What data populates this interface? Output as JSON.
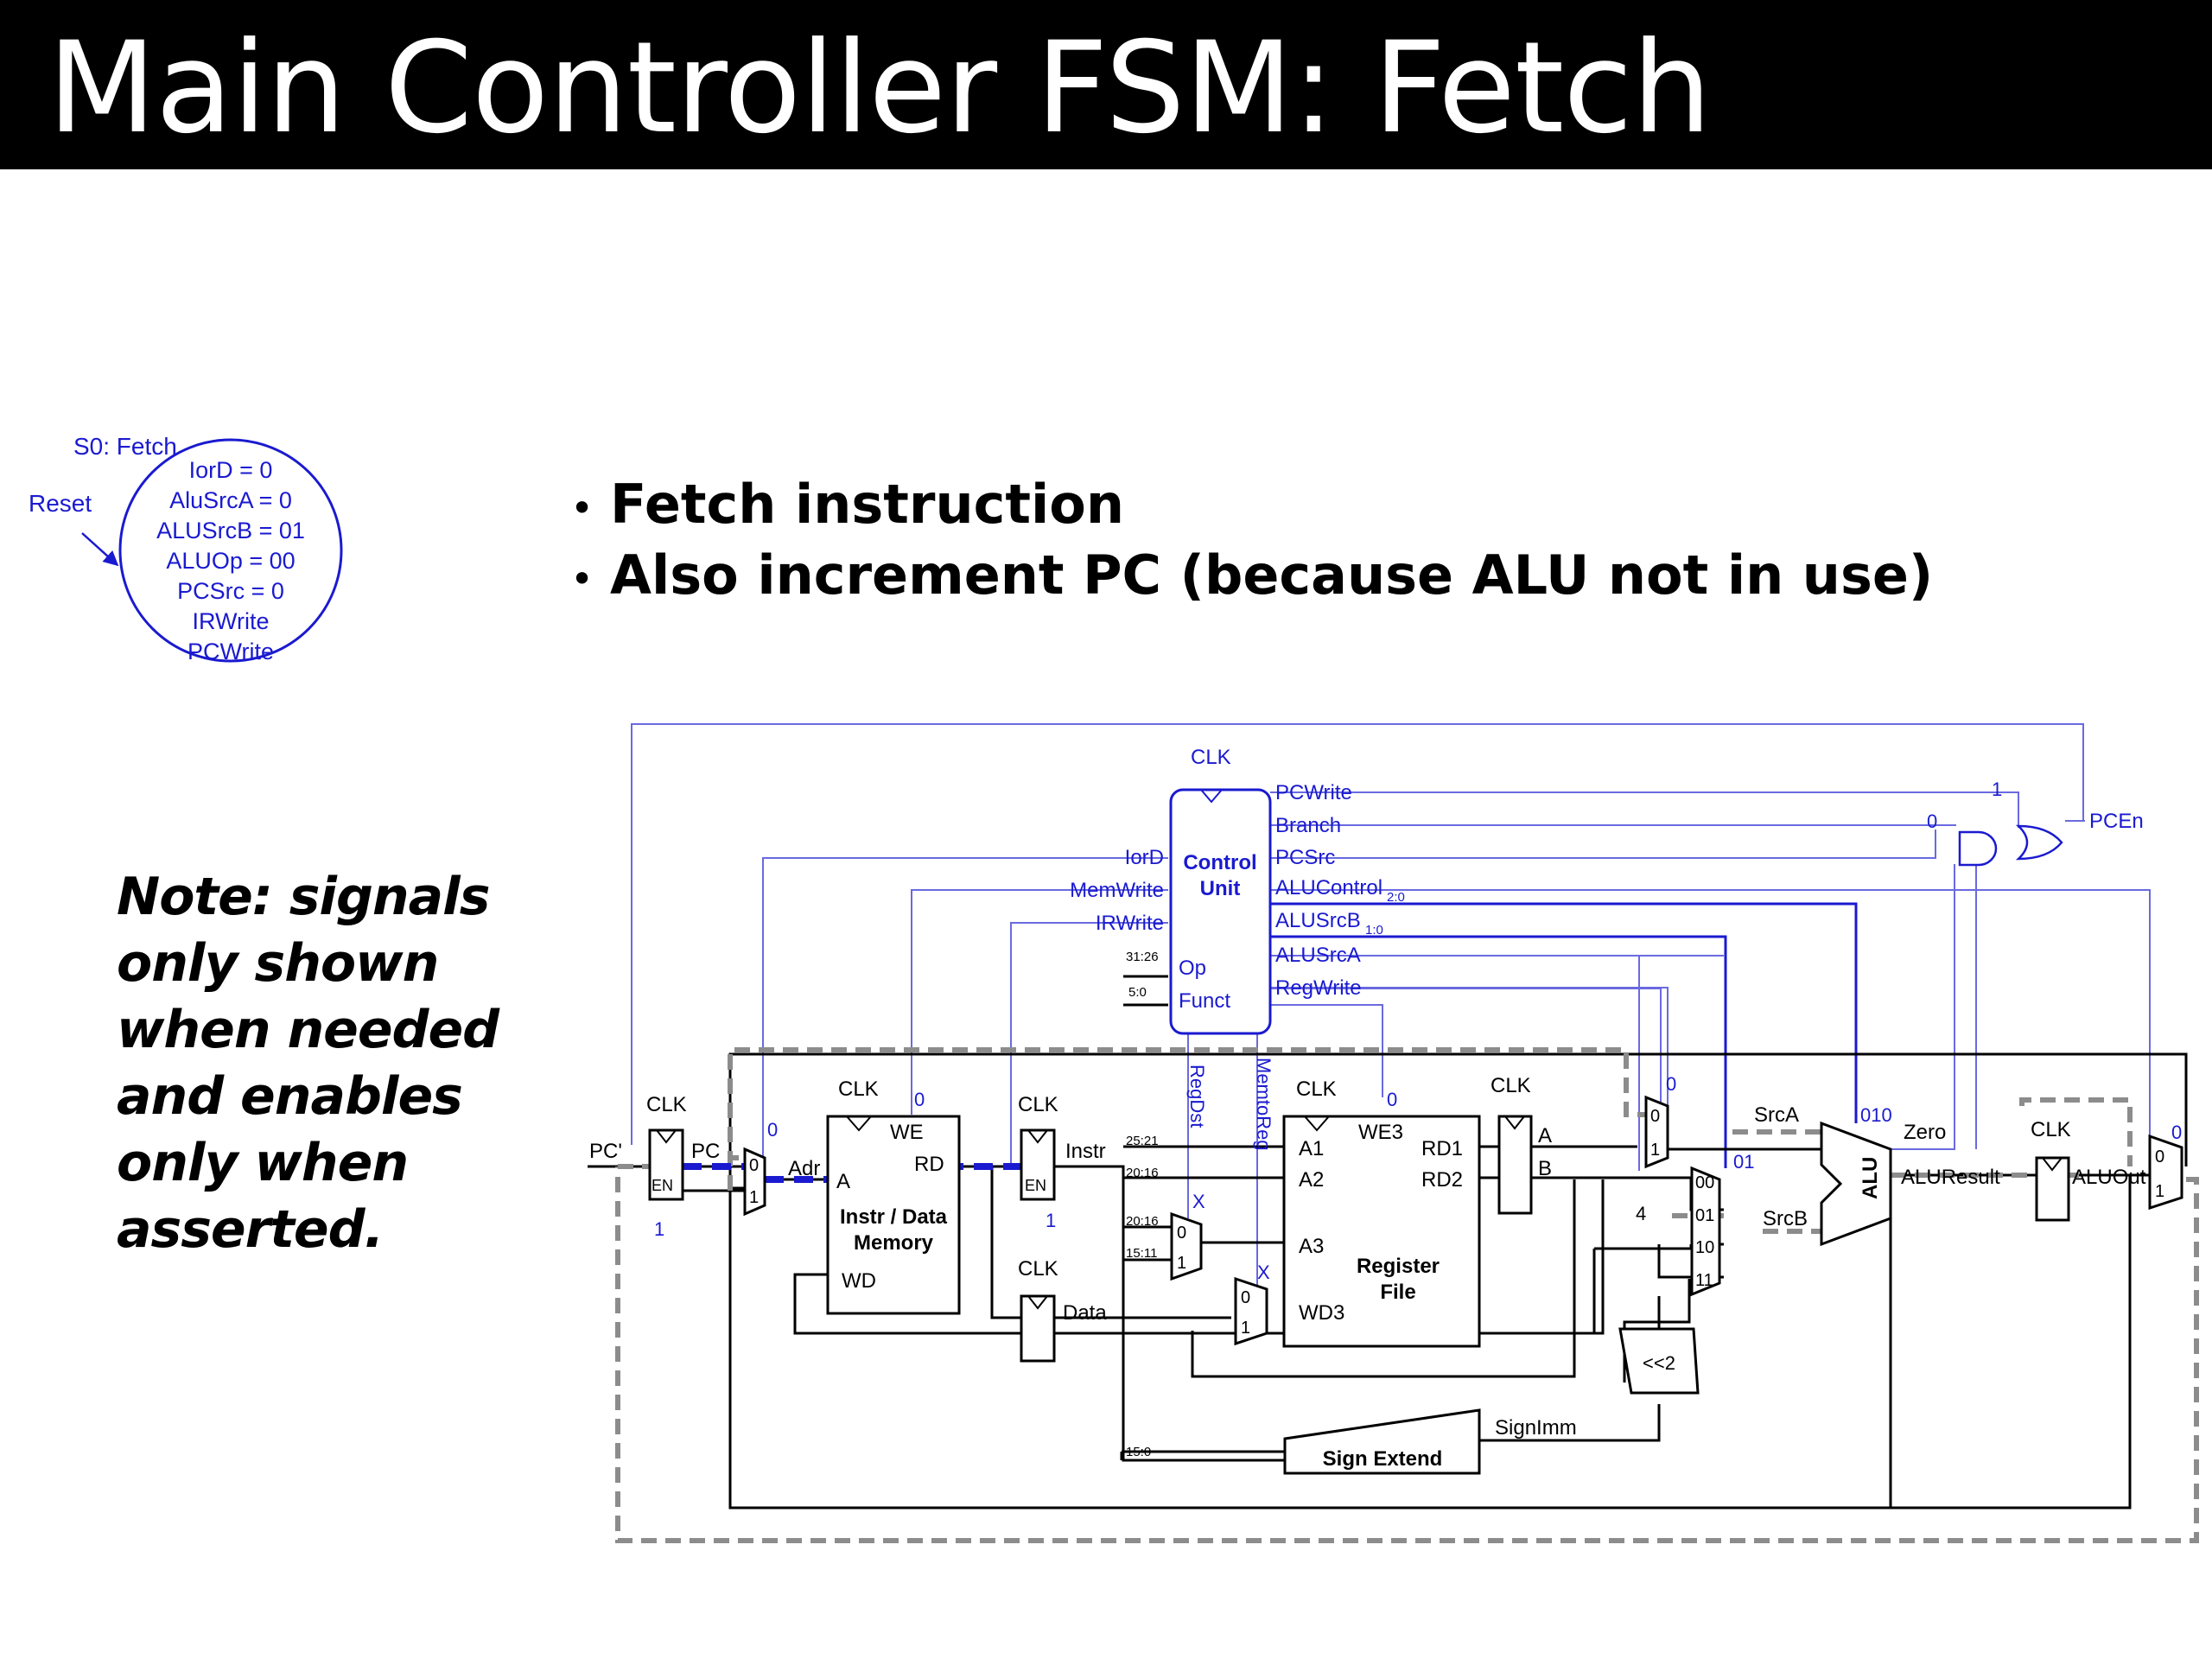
{
  "title": "Main Controller FSM: Fetch",
  "bullets": [
    "Fetch instruction",
    "Also increment PC (because ALU not in use)"
  ],
  "note": "Note: signals only shown when needed and enables only when asserted.",
  "colors": {
    "title_bg": "#000000",
    "accent_blue": "#1a1ad0",
    "control_line": "#6a6ae0",
    "wire": "#000000",
    "active_path": "#8c8c8c"
  },
  "fsm_state": {
    "name": "S0: Fetch",
    "reset": "Reset",
    "lines": [
      "IorD = 0",
      "AluSrcA = 0",
      "ALUSrcB = 01",
      "ALUOp = 00",
      "PCSrc = 0",
      "IRWrite",
      "PCWrite"
    ]
  },
  "datapath": {
    "control_unit": {
      "title": "Control",
      "subtitle": "Unit",
      "clk": "CLK",
      "op": "Op",
      "funct": "Funct",
      "op_bits": "31:26",
      "funct_bits": "5:0",
      "outputs": [
        "PCWrite",
        "Branch",
        "PCSrc",
        "ALUControl",
        "ALUSrcB",
        "ALUSrcA",
        "RegWrite"
      ],
      "out_subscripts": {
        "ALUControl": "2:0",
        "ALUSrcB": "1:0"
      },
      "inputs_left": [
        "IorD",
        "MemWrite",
        "IRWrite"
      ],
      "bottom": [
        "RegDst",
        "MemtoReg"
      ]
    },
    "pcen": {
      "label": "PCEn",
      "in1": "1",
      "in2": "0"
    },
    "pc_reg": {
      "clk": "CLK",
      "en": "EN",
      "pc_prime": "PC'",
      "pc": "PC",
      "en_value": "1"
    },
    "addr_mux": {
      "sel": "0",
      "in0": "0",
      "in1": "1",
      "out": "Adr"
    },
    "memory": {
      "clk": "CLK",
      "we": "WE",
      "we_value": "0",
      "a": "A",
      "rd": "RD",
      "wd": "WD",
      "name1": "Instr / Data",
      "name2": "Memory"
    },
    "instr_reg": {
      "clk": "CLK",
      "en": "EN",
      "en_value": "1",
      "out": "Instr"
    },
    "data_reg": {
      "clk": "CLK",
      "out": "Data"
    },
    "instr_fields": [
      "25:21",
      "20:16",
      "20:16",
      "15:11",
      "15:0"
    ],
    "regdst_mux": {
      "x": "X",
      "in0": "0",
      "in1": "1"
    },
    "memtoreg_mux": {
      "x": "X",
      "in0": "0",
      "in1": "1"
    },
    "register_file": {
      "clk": "CLK",
      "we3": "WE3",
      "we3_value": "0",
      "a1": "A1",
      "a2": "A2",
      "a3": "A3",
      "wd3": "WD3",
      "rd1": "RD1",
      "rd2": "RD2",
      "name1": "Register",
      "name2": "File"
    },
    "ab_reg": {
      "clk": "CLK",
      "a": "A",
      "b": "B"
    },
    "srca_mux": {
      "sel": "0",
      "in0": "0",
      "in1": "1",
      "out": "SrcA"
    },
    "srcb_mux": {
      "sel": "01",
      "in": [
        "00",
        "01",
        "10",
        "11"
      ],
      "four": "4",
      "out": "SrcB"
    },
    "alu": {
      "name": "ALU",
      "ctrl": "010",
      "zero": "Zero",
      "result": "ALUResult"
    },
    "aluout_reg": {
      "clk": "CLK",
      "out": "ALUOut"
    },
    "pc_mux": {
      "sel": "0",
      "in0": "0",
      "in1": "1"
    },
    "sign_extend": {
      "name": "Sign Extend",
      "out": "SignImm"
    },
    "shift": {
      "name": "<<2"
    }
  }
}
